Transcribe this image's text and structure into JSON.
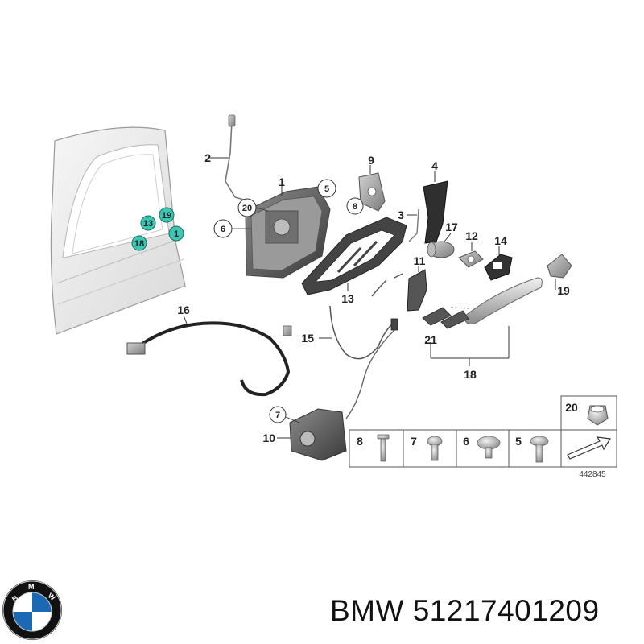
{
  "diagram": {
    "part_callouts": {
      "p1": "1",
      "p2": "2",
      "p3": "3",
      "p4": "4",
      "p5": "5",
      "p6": "6",
      "p7": "7",
      "p8": "8",
      "p9": "9",
      "p10": "10",
      "p11": "11",
      "p12": "12",
      "p13": "13",
      "p14": "14",
      "p15": "15",
      "p16": "16",
      "p17": "17",
      "p18": "18",
      "p19": "19",
      "p20": "20",
      "p21": "21"
    },
    "door_markers": {
      "m13": "13",
      "m19": "19",
      "m18": "18",
      "m1": "1"
    },
    "marker_color": "#3cc7b4",
    "fastener_table": {
      "c8": "8",
      "c7": "7",
      "c6": "6",
      "c5": "5",
      "c20": "20"
    },
    "reference_number": "442845"
  },
  "brand": {
    "name": "BMW",
    "part_number": "51217401209",
    "logo_text": "BMW",
    "logo_colors": {
      "ring": "#111111",
      "blue": "#1c69b3",
      "white": "#ffffff"
    }
  }
}
